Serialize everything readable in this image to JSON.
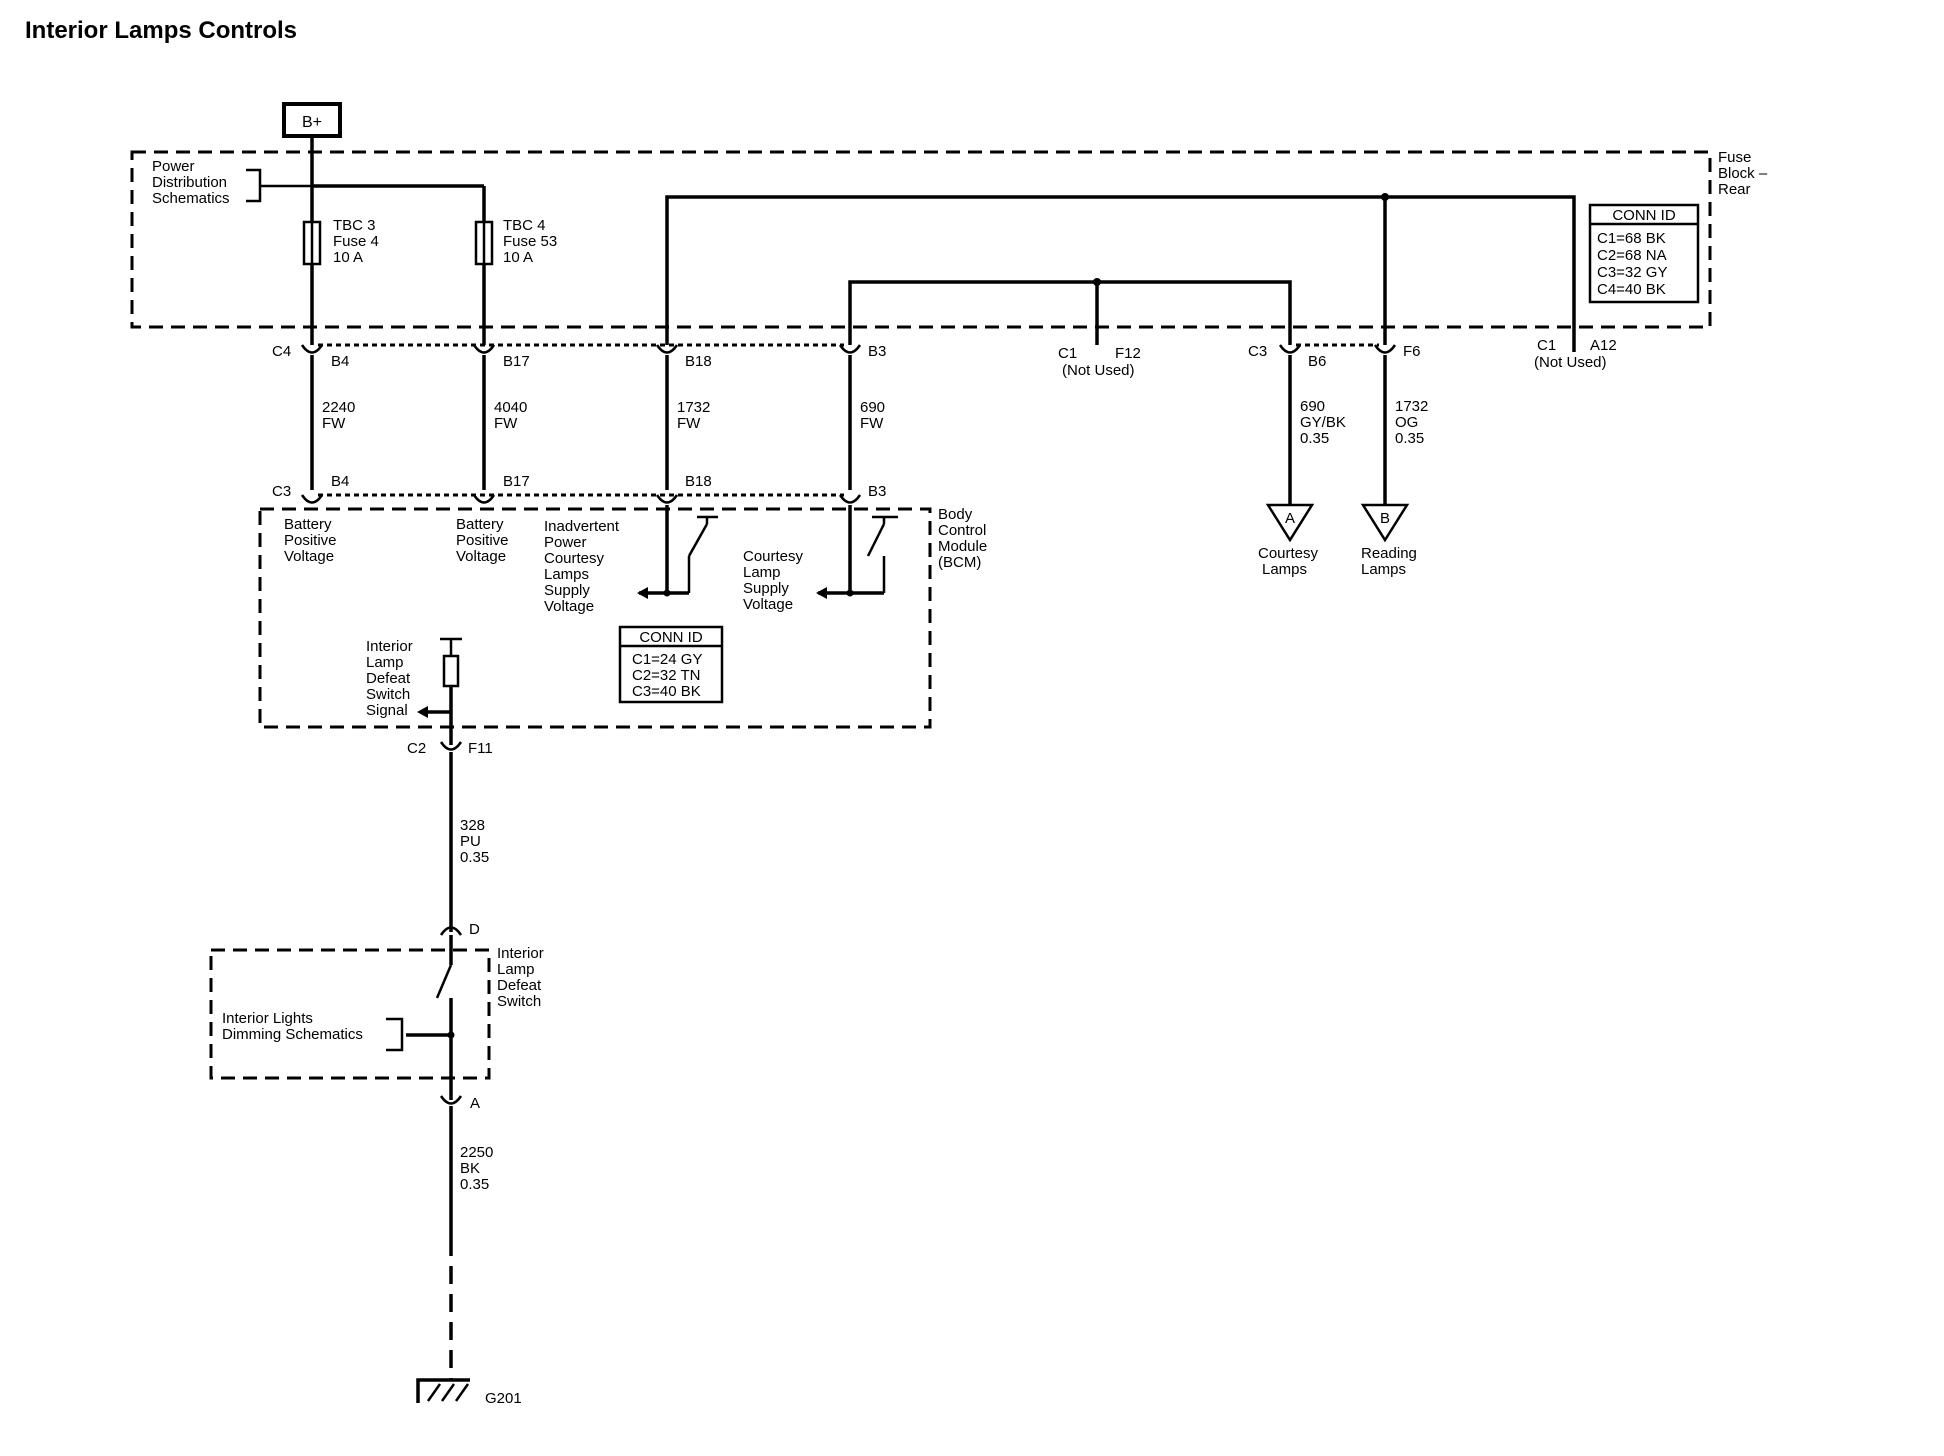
{
  "title": "Interior Lamps Controls",
  "bplus": "B+",
  "fuse_block": {
    "label": [
      "Fuse",
      "Block –",
      "Rear"
    ]
  },
  "power_dist": [
    "Power",
    "Distribution",
    "Schematics"
  ],
  "fuses": [
    {
      "lines": [
        "TBC 3",
        "Fuse 4",
        "10 A"
      ]
    },
    {
      "lines": [
        "TBC 4",
        "Fuse 53",
        "10 A"
      ]
    }
  ],
  "fb_conn_id": {
    "header": "CONN ID",
    "rows": [
      "C1=68 BK",
      "C2=68 NA",
      "C3=32 GY",
      "C4=40 BK"
    ]
  },
  "top_connectors": {
    "c4": "C4",
    "b4": "B4",
    "b17": "B17",
    "b18": "B18",
    "b3": "B3",
    "c1_f12": "C1",
    "f12": "F12",
    "not_used_1": "(Not Used)",
    "c3": "C3",
    "b6": "B6",
    "f6": "F6",
    "c1_a12": "C1",
    "a12": "A12",
    "not_used_2": "(Not Used)"
  },
  "wires": {
    "w2240": [
      "2240",
      "FW"
    ],
    "w4040": [
      "4040",
      "FW"
    ],
    "w1732": [
      "1732",
      "FW"
    ],
    "w690": [
      "690",
      "FW"
    ],
    "w690b": [
      "690",
      "GY/BK",
      "0.35"
    ],
    "w1732b": [
      "1732",
      "OG",
      "0.35"
    ],
    "w328": [
      "328",
      "PU",
      "0.35"
    ],
    "w2250": [
      "2250",
      "BK",
      "0.35"
    ]
  },
  "bcm_connectors": {
    "c3": "C3",
    "b4": "B4",
    "b17": "B17",
    "b18": "B18",
    "b3": "B3"
  },
  "bcm": {
    "label": [
      "Body",
      "Control",
      "Module",
      "(BCM)"
    ],
    "bpv1": [
      "Battery",
      "Positive",
      "Voltage"
    ],
    "bpv2": [
      "Battery",
      "Positive",
      "Voltage"
    ],
    "inadvertent": [
      "Inadvertent",
      "Power",
      "Courtesy",
      "Lamps",
      "Supply",
      "Voltage"
    ],
    "courtesy_supply": [
      "Courtesy",
      "Lamp",
      "Supply",
      "Voltage"
    ],
    "defeat_signal": [
      "Interior",
      "Lamp",
      "Defeat",
      "Switch",
      "Signal"
    ],
    "conn_id": {
      "header": "CONN ID",
      "rows": [
        "C1=24 GY",
        "C2=32 TN",
        "C3=40 BK"
      ]
    }
  },
  "c2_conn": {
    "c2": "C2",
    "f11": "F11"
  },
  "lamps": {
    "courtesy": {
      "letter": "A",
      "lines": [
        "Courtesy",
        "Lamps"
      ]
    },
    "reading": {
      "letter": "B",
      "lines": [
        "Reading",
        "Lamps"
      ]
    }
  },
  "defeat_switch": {
    "d": "D",
    "a": "A",
    "label": [
      "Interior",
      "Lamp",
      "Defeat",
      "Switch"
    ],
    "dimming": [
      "Interior Lights",
      "Dimming Schematics"
    ]
  },
  "ground": "G201"
}
